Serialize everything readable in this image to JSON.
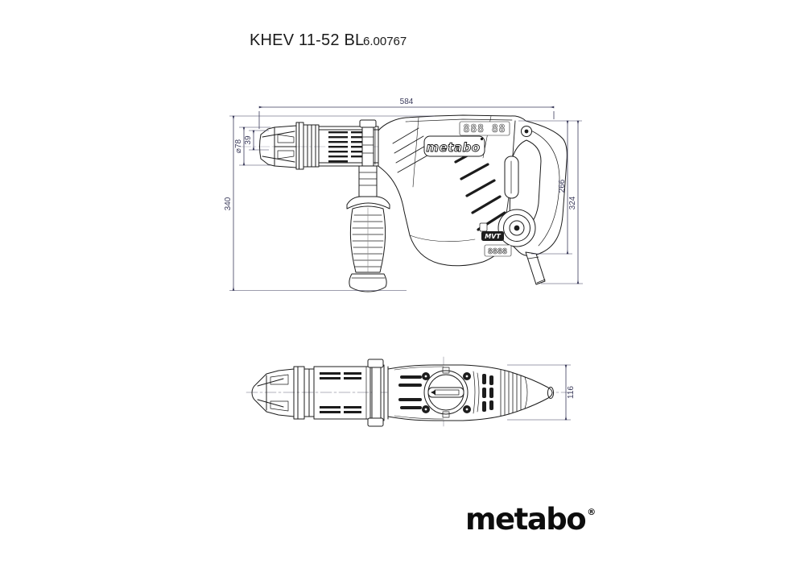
{
  "page": {
    "background": "#ffffff"
  },
  "header": {
    "model": "KHEV 11-52 BL",
    "order_no": "6.00767"
  },
  "drawing": {
    "dimensions": {
      "overall_length": "584",
      "overall_height": "340",
      "chuck_diameter": "⌀78",
      "chuck_tip_diameter": "39",
      "body_height_rear": "266",
      "height_with_cord": "324",
      "body_width": "116"
    },
    "machine": {
      "brand_badge": "metabo",
      "brand_badge_mark": "•",
      "display_top": "888 88",
      "display_bottom": "8888",
      "vibration_badge": "MVT"
    },
    "colors": {
      "machine_line": "#1c1c1c",
      "dimension_line": "#3c3c5c",
      "construction_line": "#c4c4ce"
    }
  },
  "footer": {
    "logo": "metabo",
    "registered_mark": "®"
  }
}
